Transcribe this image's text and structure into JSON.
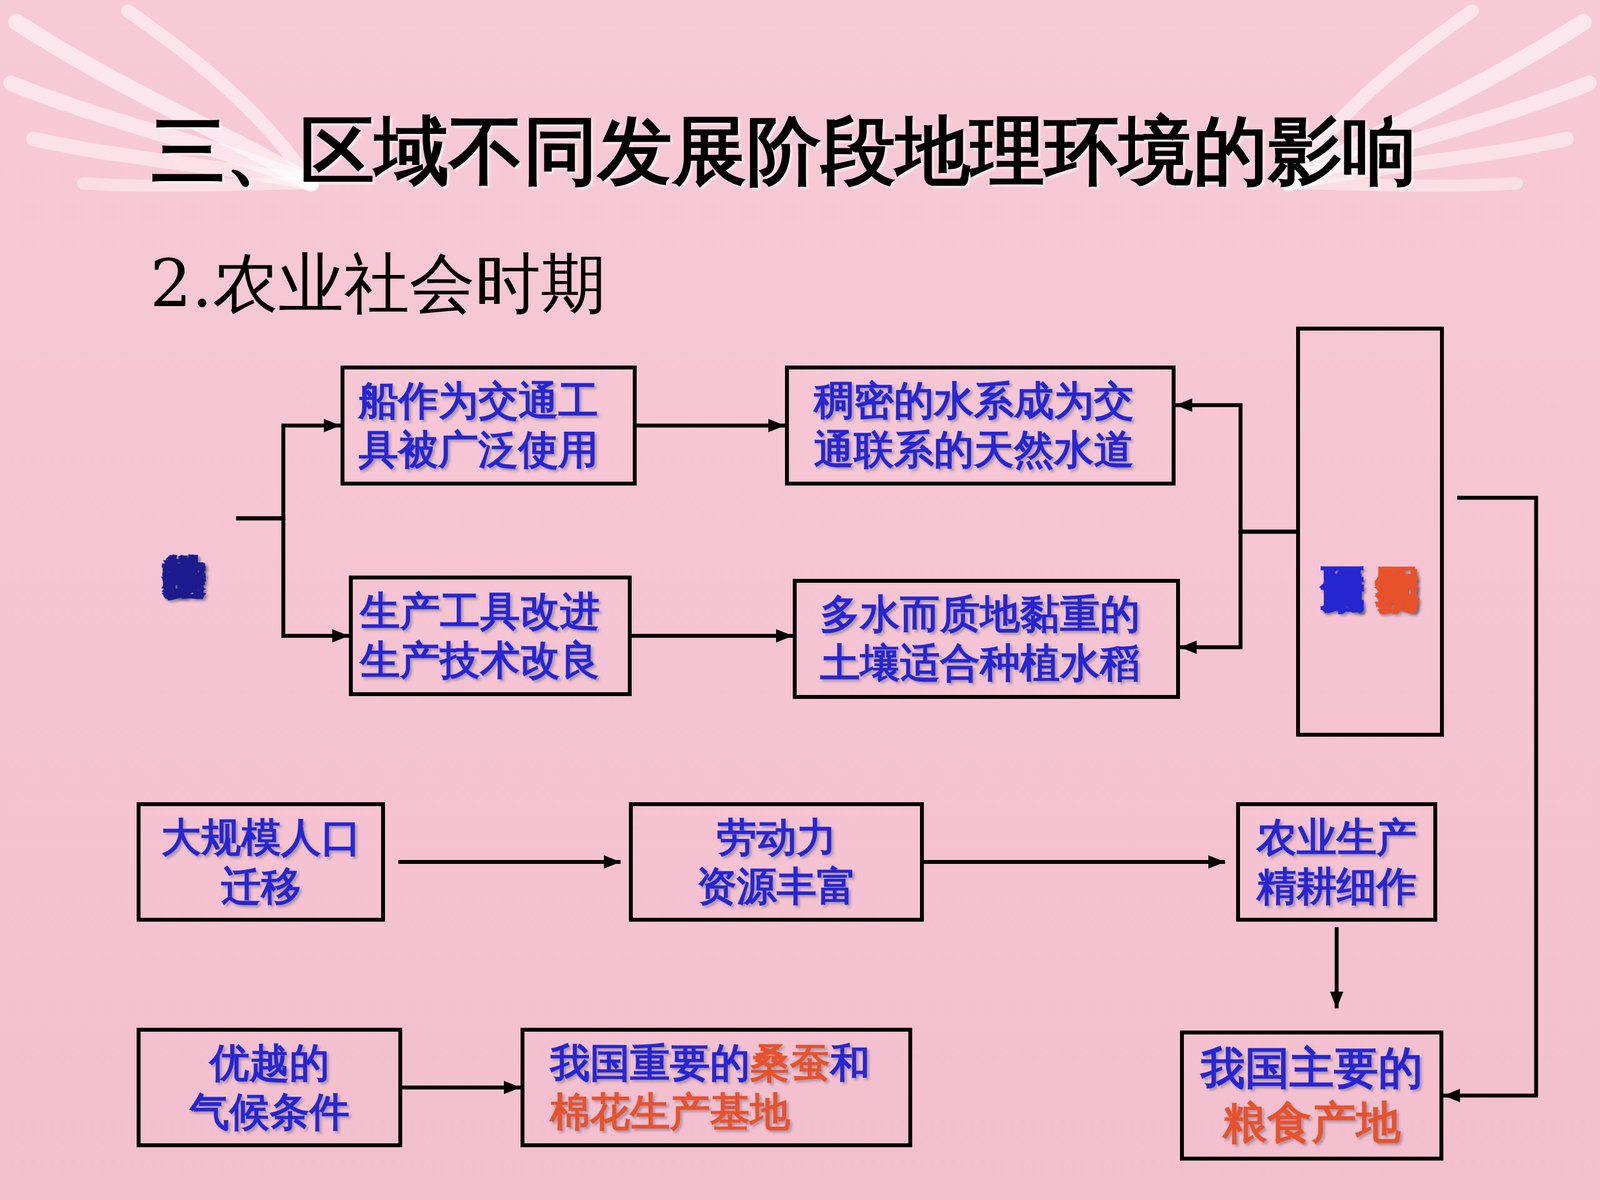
{
  "diagram": {
    "title": "三、区域不同发展阶段地理环境的影响",
    "nodes": [
      {
        "text": [
          "科学技术的进步"
        ]
      },
      {
        "text": [
          "船作为交通工 具被广泛使用"
        ]
      },
      {
        "text": [
          "稠密的水系成为交 通联系的天然水道"
        ]
      },
      {
        "text": [
          "制约因素变化",
          "反而成为促进因素"
        ]
      },
      {
        "text": [
          "生产工具改进 生产技术改良"
        ]
      },
      {
        "text": [
          "多水而质地黏重的 土壤适合种植水稻"
        ]
      },
      {
        "text": [
          "大规模人口 迁移"
        ]
      },
      {
        "text": [
          "劳动力 资源丰富"
        ]
      },
      {
        "text": [
          "农业生产 精耕细作"
        ]
      },
      {
        "text": [
          "优越的 气候条件"
        ]
      },
      {
        "text": [
          "我国重要的桑蚕和 棉花生产基地"
        ]
      },
      {
        "text": [
          "我国主要的 粮食产地"
        ]
      }
    ],
    "edges": [
      {
        "from": 0,
        "to": 1,
        "arrow": "to"
      },
      {
        "from": 0,
        "to": 4,
        "arrow": "to"
      },
      {
        "from": 1,
        "to": 2,
        "arrow": "to"
      },
      {
        "from": 4,
        "to": 5,
        "arrow": "to"
      },
      {
        "from": 3,
        "to": 2,
        "arrow": "to"
      },
      {
        "from": 3,
        "to": 5,
        "arrow": "to"
      },
      {
        "from": 3,
        "to": 11,
        "arrow": "to"
      },
      {
        "from": 6,
        "to": 7,
        "arrow": "to"
      },
      {
        "from": 7,
        "to": 8,
        "arrow": "to"
      },
      {
        "from": 8,
        "to": 11,
        "arrow": "to"
      },
      {
        "from": 9,
        "to": 10,
        "arrow": "to"
      }
    ],
    "labels": [
      "2.农业社会时期"
    ]
  }
}
